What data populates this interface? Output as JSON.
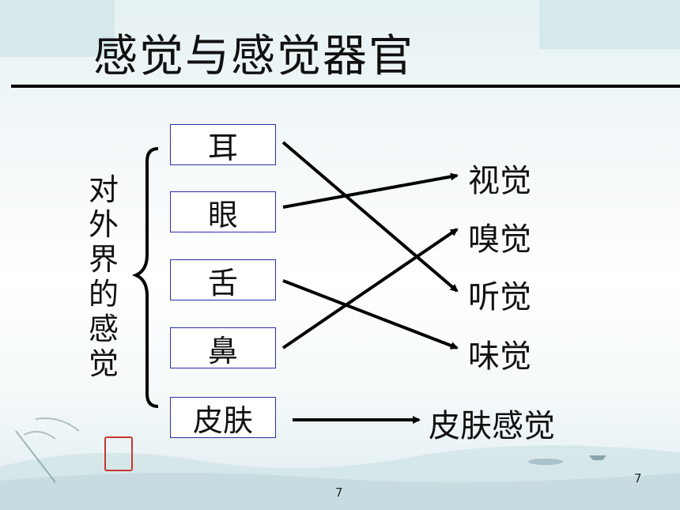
{
  "title": "感觉与感觉器官",
  "side_label": "对外界的感觉",
  "organs": [
    {
      "label": "耳"
    },
    {
      "label": "眼"
    },
    {
      "label": "舌"
    },
    {
      "label": "鼻"
    },
    {
      "label": "皮肤"
    }
  ],
  "senses": [
    {
      "label": "视觉"
    },
    {
      "label": "嗅觉"
    },
    {
      "label": "听觉"
    },
    {
      "label": "味觉"
    },
    {
      "label": "皮肤感觉"
    }
  ],
  "mappings": [
    {
      "organ": "耳",
      "sense": "听觉"
    },
    {
      "organ": "眼",
      "sense": "视觉"
    },
    {
      "organ": "舌",
      "sense": "味觉"
    },
    {
      "organ": "鼻",
      "sense": "嗅觉"
    },
    {
      "organ": "皮肤",
      "sense": "皮肤感觉"
    }
  ],
  "page_number_center": "7",
  "page_number_right": "7",
  "colors": {
    "box_border": "#2b2fa8",
    "arrow": "#000000",
    "title_rule": "#000000",
    "background_top": "#e6f1f3"
  }
}
